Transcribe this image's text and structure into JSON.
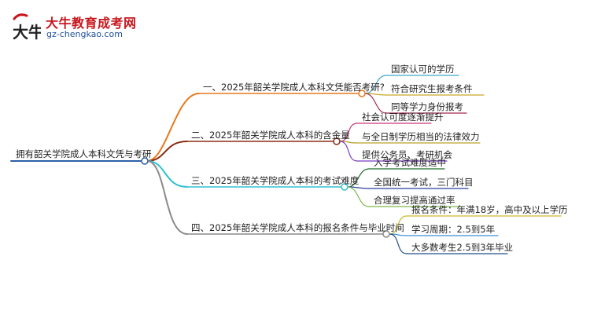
{
  "logo": {
    "title": "大牛教育成考网",
    "url": "gz-chengkao.com",
    "mark_text": "大牛"
  },
  "mindmap": {
    "root": "拥有韶关学院成人本科文凭与考研",
    "branches": [
      {
        "label": "一、2025年韶关学院成人本科文凭能否考研?",
        "color": "#e8791c",
        "leaves": [
          {
            "text": "国家认可的学历",
            "color": "#3fa7c9"
          },
          {
            "text": "符合研究生报考条件",
            "color": "#c9a82a"
          },
          {
            "text": "同等学力身份报考",
            "color": "#a02a4e"
          }
        ]
      },
      {
        "label": "二、2025年韶关学院成人本科的含金量",
        "color": "#8a2e14",
        "leaves": [
          {
            "text": "社会认可度逐渐提升",
            "color": "#c9387a"
          },
          {
            "text": "与全日制学历相当的法律效力",
            "color": "#b9a12b"
          },
          {
            "text": "提供公务员、考研机会",
            "color": "#7a3ac4"
          }
        ]
      },
      {
        "label": "三、2025年韶关学院成人本科的考试难度",
        "color": "#30c2cf",
        "leaves": [
          {
            "text": "入学考试难度适中",
            "color": "#1f6e2f"
          },
          {
            "text": "全国统一考试，三门科目",
            "color": "#2b3f9e"
          },
          {
            "text": "合理复习提高通过率",
            "color": "#7bb84a"
          }
        ]
      },
      {
        "label": "四、2025年韶关学院成人本科的报名条件与毕业时间",
        "color": "#8a8a8a",
        "leaves": [
          {
            "text": "报名条件：年满18岁，高中及以上学历",
            "color": "#c9b92a"
          },
          {
            "text": "学习周期：2.5到5年",
            "color": "#3a8fd8"
          },
          {
            "text": "大多数考生2.5到3年毕业",
            "color": "#1f4f86"
          }
        ]
      }
    ]
  },
  "colors": {
    "root_line": "#2d62a8",
    "logo_red": "#c8161d",
    "logo_blue": "#1f4e96"
  }
}
